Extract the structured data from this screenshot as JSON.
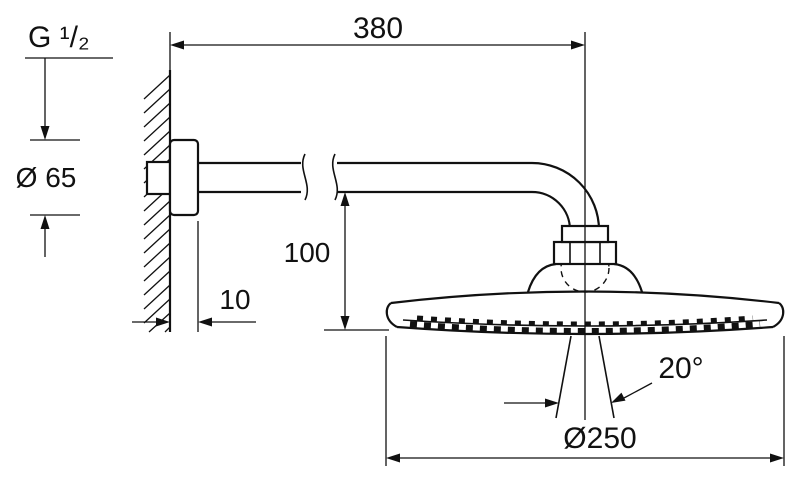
{
  "drawing": {
    "background": "#ffffff",
    "line_color": "#111111",
    "labels": {
      "thread": "G ¹/₂",
      "arm_length": "380",
      "escutcheon_diameter": "Ø 65",
      "height_offset": "100",
      "wall_distance": "10",
      "spray_angle": "20°",
      "head_diameter": "Ø250"
    }
  }
}
